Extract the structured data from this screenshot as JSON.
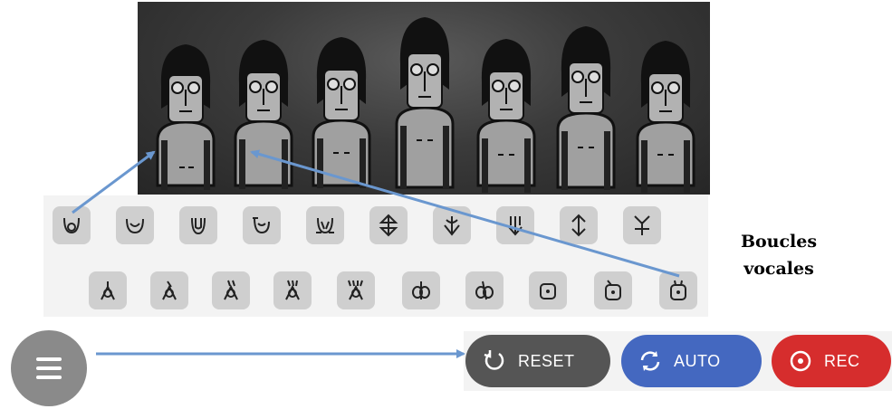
{
  "caption": {
    "line1": "Boucles",
    "line2": "vocales"
  },
  "controls": {
    "reset_label": "RESET",
    "auto_label": "AUTO",
    "rec_label": "REC"
  },
  "icons": {
    "row1": [
      "loop-u-cup-icon",
      "loop-u-open-icon",
      "loop-u-rounded-icon",
      "loop-u-hook-icon",
      "loop-u-feet-icon",
      "arrow-split-up-down-icon",
      "arrow-down-cup-icon",
      "arrow-down-branch-icon",
      "arrow-up-down-cup-icon",
      "arrow-y-fork-icon"
    ],
    "row2": [
      "loop-r-person-icon",
      "loop-r-tick-icon",
      "loop-r-double-tick-icon",
      "loop-r-triple-tick-icon",
      "loop-r-quad-tick-icon",
      "loop-phi-icon",
      "loop-phi-alt-icon",
      "loop-box-dot-icon",
      "loop-box-dot-hook-icon",
      "loop-box-dot-feet-icon"
    ]
  },
  "colors": {
    "stage": "#3b3b3b",
    "icon_bg": "#cfcfcf",
    "reset": "#555555",
    "auto": "#4468c0",
    "rec": "#d62d2d",
    "arrow": "#6a97cf"
  }
}
